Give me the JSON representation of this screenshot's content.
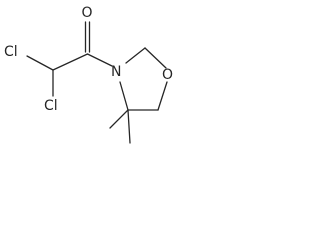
{
  "molecule": {
    "name": "",
    "atoms": {
      "o_carbonyl": "O",
      "cl_top": "Cl",
      "cl_bottom": "Cl",
      "n_ring": "N",
      "o_ring": "O"
    },
    "colors": {
      "ink": "#262626",
      "background": "#ffffff"
    }
  }
}
